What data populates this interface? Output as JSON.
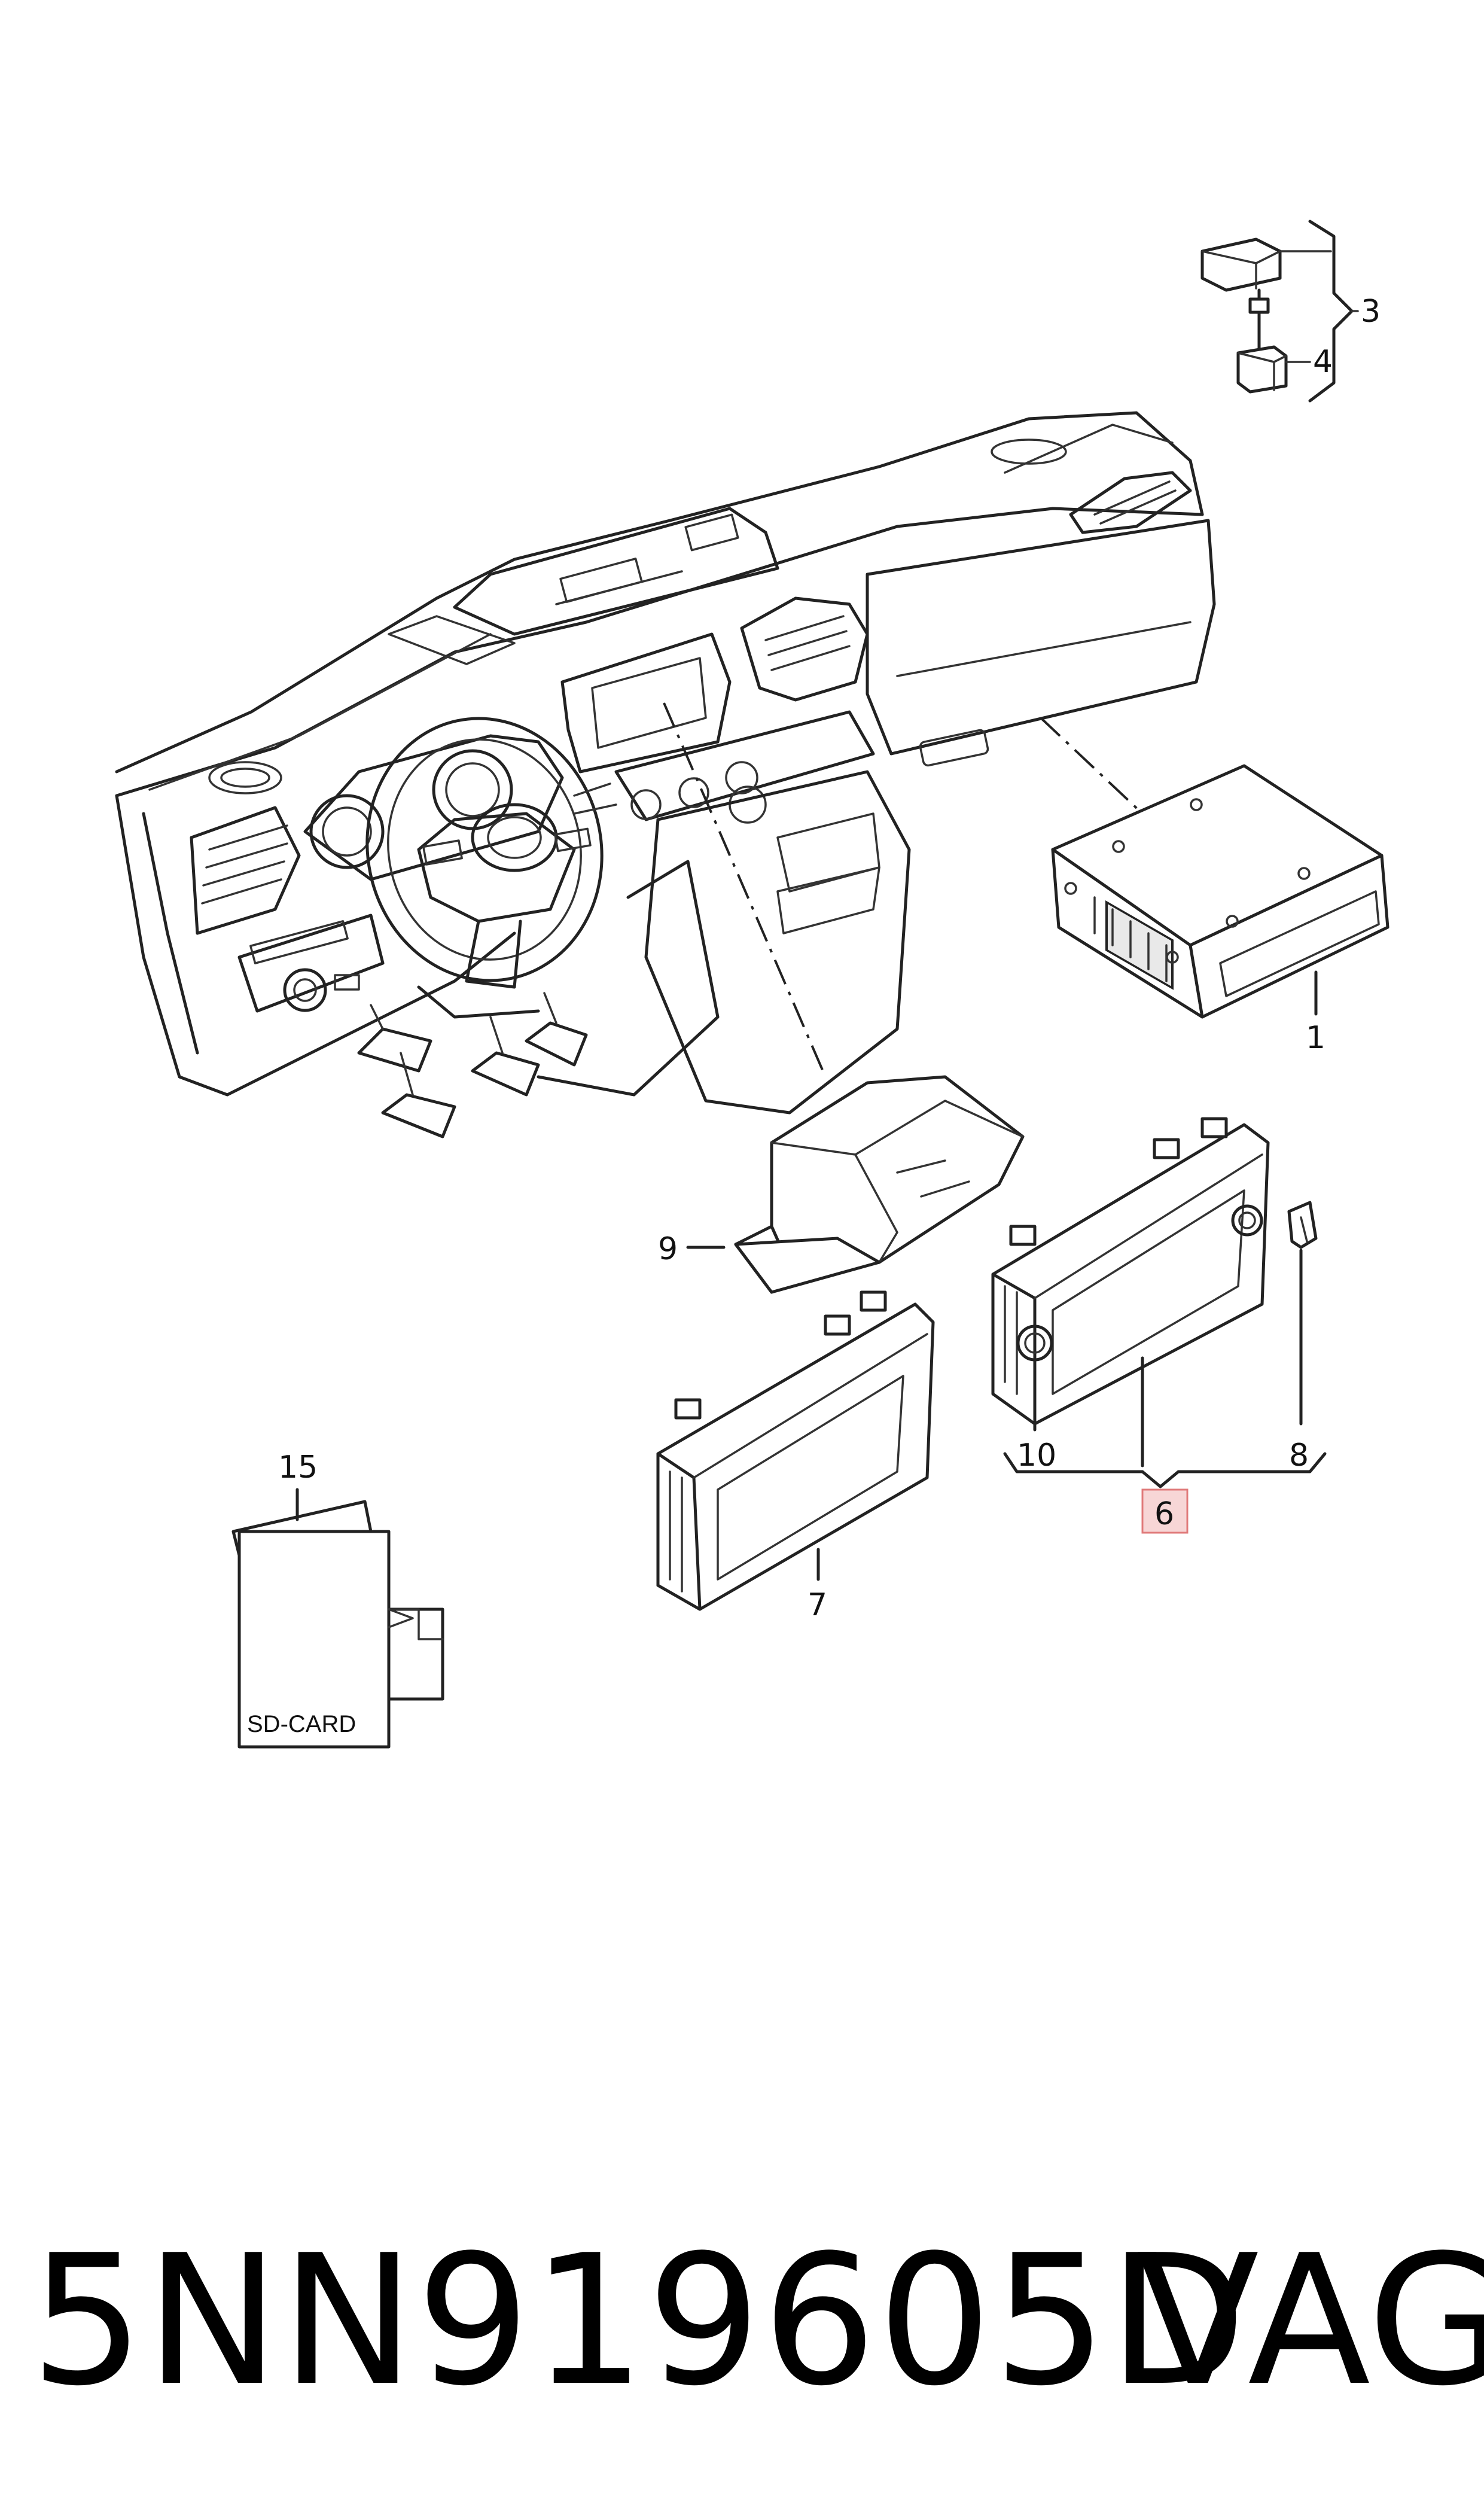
{
  "diagram": {
    "callouts": {
      "c1": "1",
      "c3": "3",
      "c4": "4",
      "c6": "6",
      "c7": "7",
      "c8": "8",
      "c9": "9",
      "c10": "10",
      "c15": "15"
    },
    "sd_card_label": "SD-CARD",
    "highlight_color": "#f7d6d6",
    "highlight_border": "#e07a7a"
  },
  "footer": {
    "part_number": "5NN919605D",
    "brand": "VAG"
  }
}
